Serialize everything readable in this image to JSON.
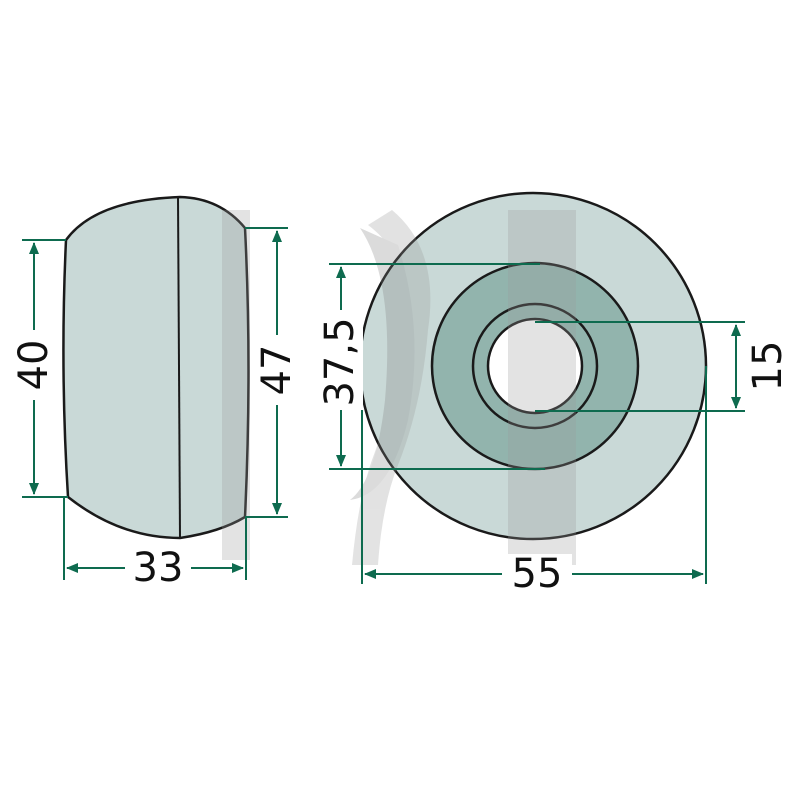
{
  "dimensions": {
    "side_height_inner": "40",
    "side_height_outer": "47",
    "side_width": "33",
    "outer_diameter": "55",
    "hub_diameter": "37,5",
    "bore_diameter": "15"
  },
  "colors": {
    "part_fill": "#c9d9d7",
    "hub_fill": "#92b4ad",
    "bore_fill": "#ffffff",
    "outline": "#1a1a1a",
    "dimension_line": "#0e6b4f",
    "watermark": "#9a9a9a"
  }
}
